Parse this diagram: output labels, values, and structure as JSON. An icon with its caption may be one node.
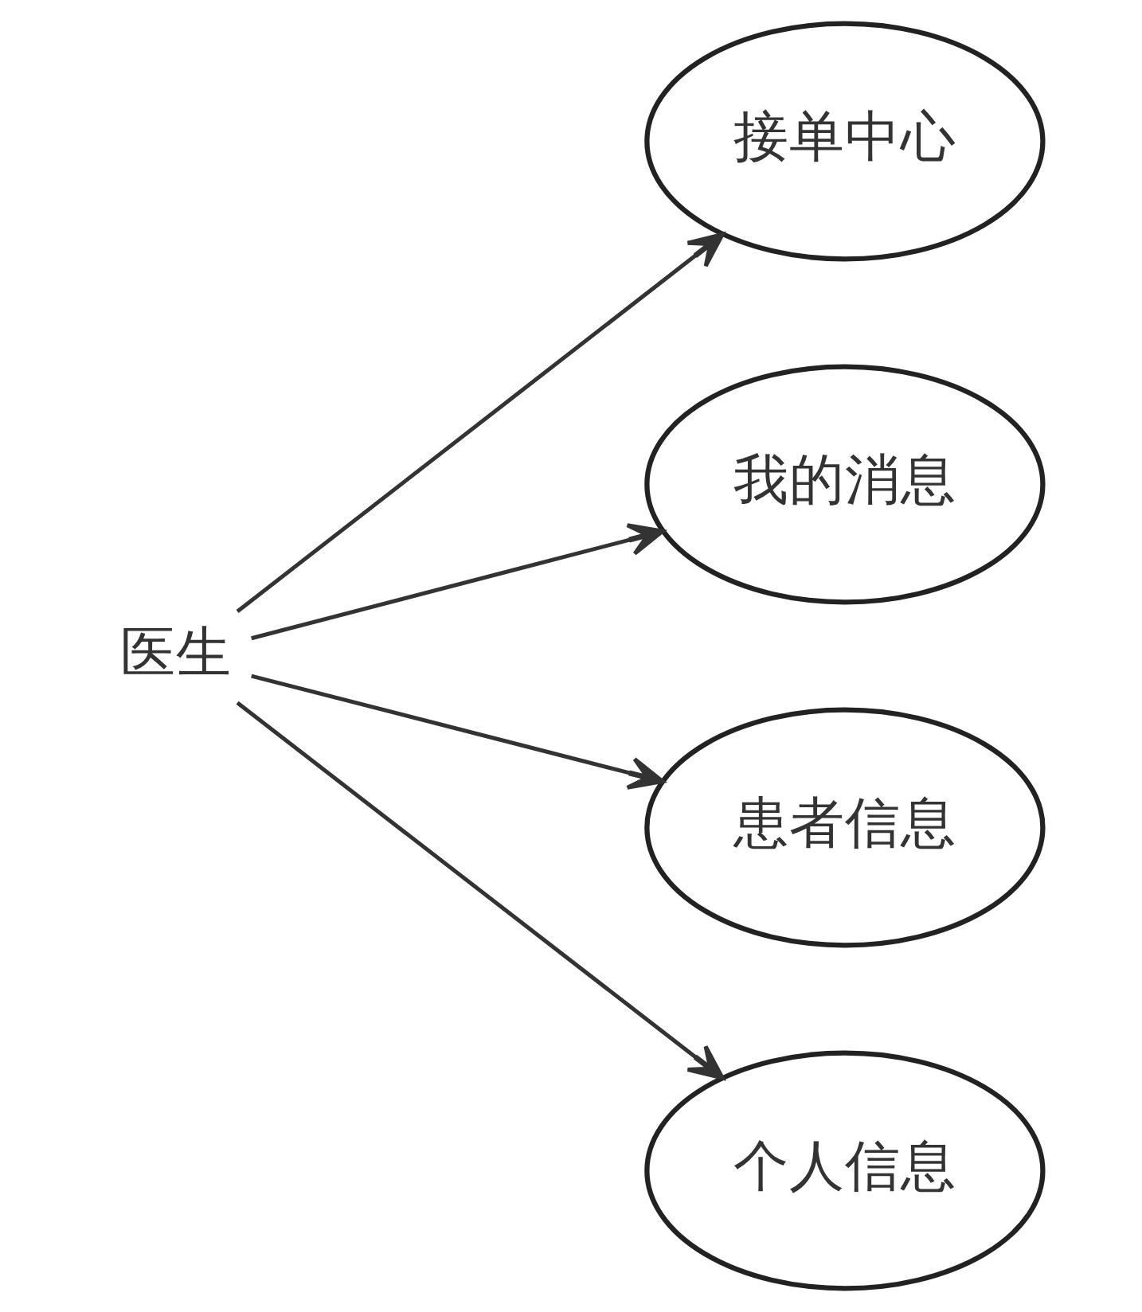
{
  "diagram": {
    "nodes": [
      {
        "text": [
          "医生"
        ]
      },
      {
        "text": [
          "接单中心"
        ]
      },
      {
        "text": [
          "我的消息"
        ]
      },
      {
        "text": [
          "患者信息"
        ]
      },
      {
        "text": [
          "个人信息"
        ]
      }
    ],
    "edges": [
      {
        "from": 0,
        "to": 1,
        "arrow": "to"
      },
      {
        "from": 0,
        "to": 2,
        "arrow": "to"
      },
      {
        "from": 0,
        "to": 3,
        "arrow": "to"
      },
      {
        "from": 0,
        "to": 4,
        "arrow": "to"
      }
    ]
  }
}
